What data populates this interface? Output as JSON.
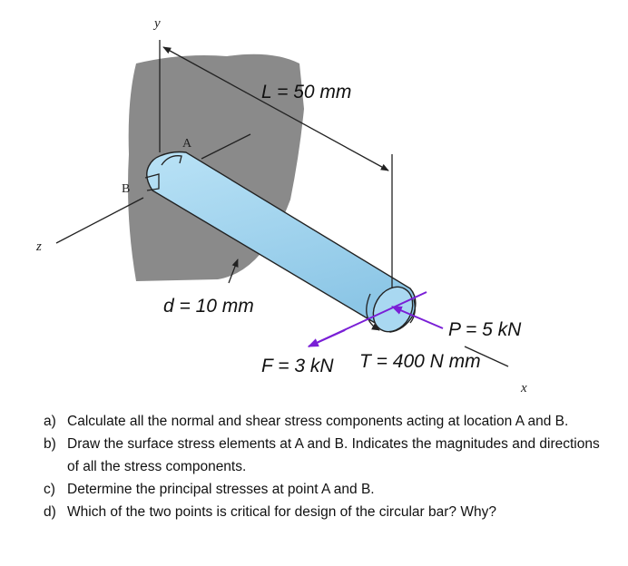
{
  "figure": {
    "axis_y": "y",
    "axis_x": "x",
    "axis_z": "z",
    "point_a": "A",
    "point_b": "B",
    "length_label": "L = 50 mm",
    "diameter_label": "d = 10 mm",
    "load_p_label": "P = 5 kN",
    "load_f_label": "F = 3 kN",
    "torque_label": "T = 400 N mm",
    "colors": {
      "bar": "#9fd2ee",
      "wall": "#8a8a8a",
      "force_f": "#7a1fd6",
      "force_p": "#7a1fd6",
      "outline": "#222222"
    }
  },
  "questions": [
    {
      "letter": "a)",
      "text": "Calculate all the normal and shear stress components acting at location A and B."
    },
    {
      "letter": "b)",
      "text": "Draw the surface stress elements at A and B. Indicates the magnitudes and directions of all the stress components."
    },
    {
      "letter": "c)",
      "text": "Determine the principal stresses at point A and B."
    },
    {
      "letter": "d)",
      "text": "Which of the two points is critical for design of the circular bar? Why?"
    }
  ]
}
